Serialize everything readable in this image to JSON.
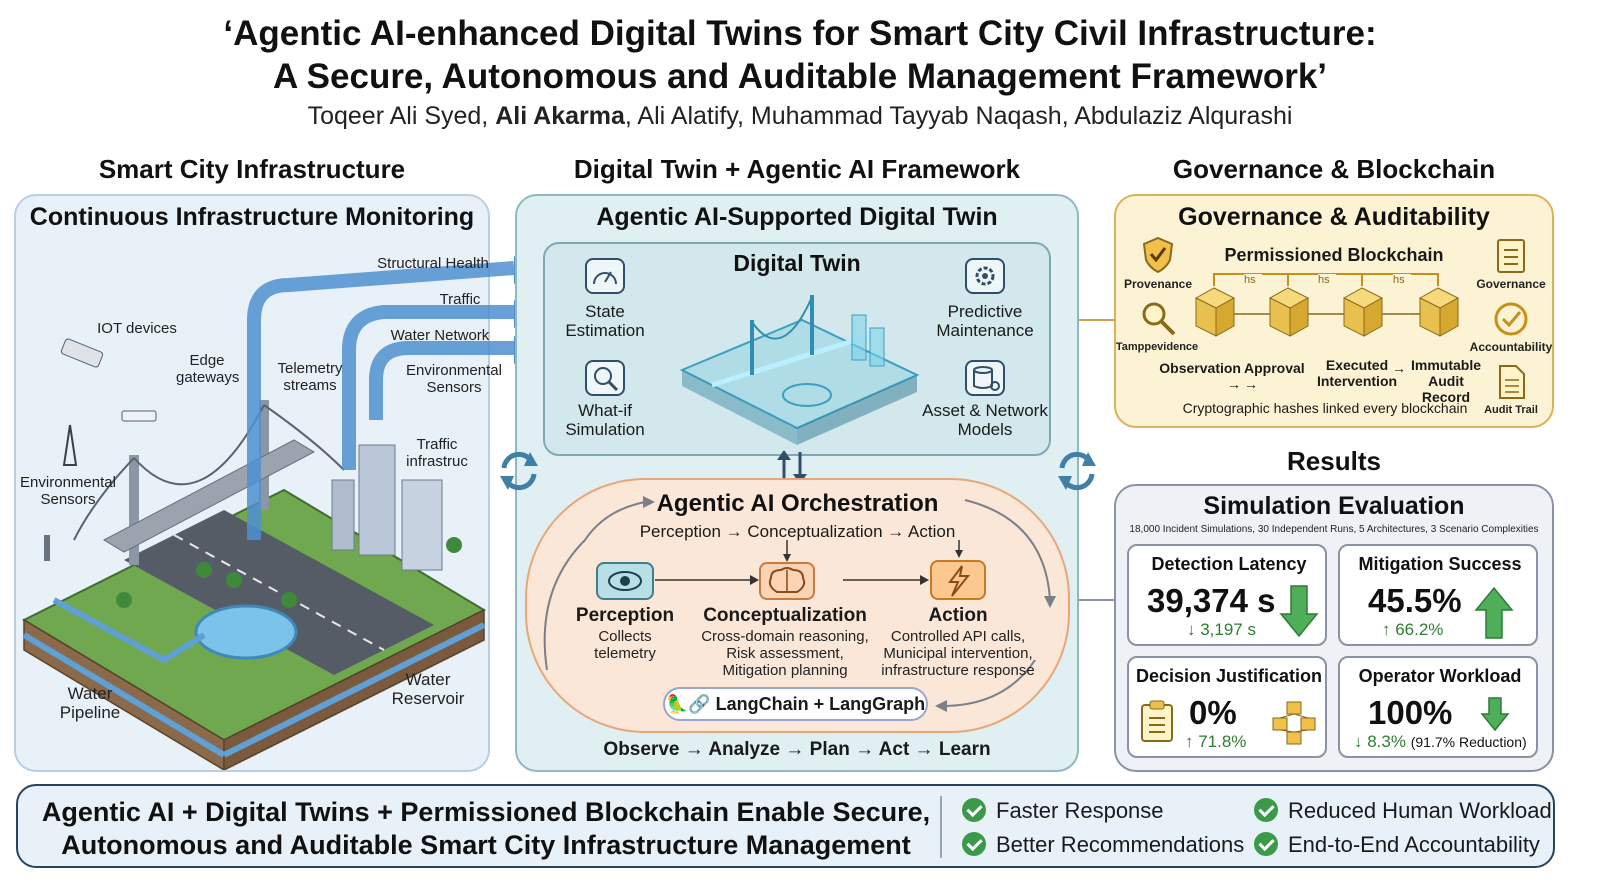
{
  "header": {
    "title_line1": "‘Agentic AI-enhanced Digital Twins for Smart City Civil Infrastructure:",
    "title_line2": "A Secure, Autonomous and Auditable Management Framework’",
    "author_first": "Toqeer Ali Syed, ",
    "author_bold": "Ali Akarma",
    "author_rest": ", Ali Alatify, Muhammad Tayyab Naqash, Abdulaziz Alqurashi"
  },
  "sections": {
    "left": "Smart City Infrastructure",
    "middle": "Digital Twin + Agentic AI Framework",
    "right": "Governance & Blockchain",
    "results": "Results"
  },
  "infrastructure": {
    "title": "Continuous Infrastructure Monitoring",
    "labels": {
      "structural_health": "Structural Health",
      "traffic": "Traffic",
      "water_network": "Water Network",
      "environmental_sensors_right": "Environmental Sensors",
      "iot_devices": "IOT devices",
      "edge_gateways": "Edge gateways",
      "telemetry_streams": "Telemetry streams",
      "traffic_infrastruc": "Traffic infrastruc",
      "environmental_sensors_left": "Environmental Sensors",
      "water_pipeline": "Water Pipeline",
      "water_reservoir": "Water Reservoir"
    }
  },
  "digital_twin": {
    "panel_title": "Agentic AI-Supported Digital Twin",
    "box_title": "Digital Twin",
    "state_estimation": "State Estimation",
    "predictive_maintenance": "Predictive Maintenance",
    "what_if": "What-if Simulation",
    "asset_models": "Asset & Network Models"
  },
  "orchestration": {
    "title": "Agentic AI Orchestration",
    "subtitle": "Perception → Conceptualization → Action",
    "perception": {
      "title": "Perception",
      "desc": "Collects telemetry"
    },
    "conceptualization": {
      "title": "Conceptualization",
      "desc": "Cross-domain reasoning, Risk assessment, Mitigation planning"
    },
    "action": {
      "title": "Action",
      "desc": "Controlled API calls, Municipal intervention, infrastructure response"
    },
    "tools": "🦜🔗 LangChain + LangGraph",
    "loop": "Observe → Analyze → Plan → Act → Learn"
  },
  "governance": {
    "title": "Governance & Auditability",
    "blockchain": "Permissioned Blockchain",
    "hash_label": "hs",
    "provenance": "Provenance",
    "tamper": "Tamppevidence",
    "governance": "Governance",
    "accountability": "Accountability",
    "audit_trail": "Audit Trail",
    "flow_observation": "Observation →",
    "flow_approval": "Approval →",
    "flow_executed": "Executed Intervention",
    "flow_arrow": "→",
    "flow_immutable": "Immutable Audit Record",
    "hash_note": "Cryptographic hashes linked every blockchain"
  },
  "results": {
    "title": "Simulation Evaluation",
    "subtitle": "18,000 Incident Simulations, 30 Independent Runs, 5 Architectures, 3 Scenario Complexities",
    "cards": [
      {
        "title": "Detection Latency",
        "value": "39,374 s",
        "sub": "↓ 3,197 s",
        "trend": "down"
      },
      {
        "title": "Mitigation Success",
        "value": "45.5%",
        "sub": "↑ 66.2%",
        "trend": "up"
      },
      {
        "title": "Decision Justification",
        "value": "0%",
        "sub": "↑ 71.8%",
        "trend": "none"
      },
      {
        "title": "Operator Workload",
        "value": "100%",
        "sub": "↓ 8.3%",
        "sub_note": "(91.7% Reduction)",
        "trend": "down"
      }
    ]
  },
  "bottom": {
    "main_line1": "Agentic AI + Digital Twins + Permissioned Blockchain Enable Secure,",
    "main_line2": "Autonomous and Auditable Smart City Infrastructure Management",
    "benefits": [
      "Faster Response",
      "Better Recommendations",
      "Reduced Human Workload",
      "End-to-End Accountability"
    ]
  },
  "colors": {
    "dark_navy": "#26435f",
    "check_green": "#3a9a4a",
    "arrow_green": "#4fae5a",
    "gold": "#d9b35a",
    "orange": "#e8a77a",
    "teal": "#7ea9b3"
  }
}
